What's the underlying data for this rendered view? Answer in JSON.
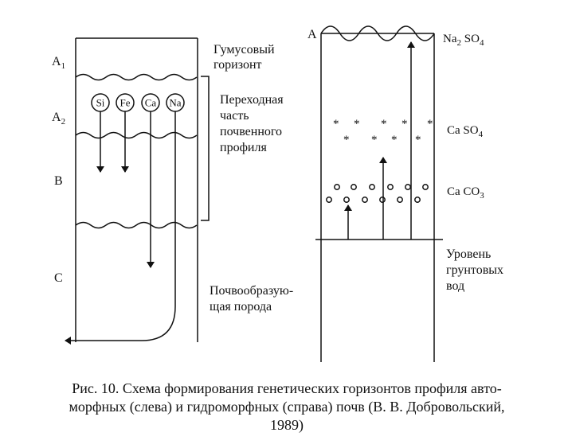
{
  "left_profile": {
    "horizons": {
      "a1": "A",
      "a1_sub": "1",
      "a2": "A",
      "a2_sub": "2",
      "b": "B",
      "c": "C"
    },
    "elements": [
      "Si",
      "Fe",
      "Ca",
      "Na"
    ],
    "labels": {
      "humus_1": "Гумусовый",
      "humus_2": "горизонт",
      "transition_1": "Переходная",
      "transition_2": "часть",
      "transition_3": "почвенного",
      "transition_4": "профиля",
      "parent_1": "Почвообразую-",
      "parent_2": "щая порода"
    }
  },
  "right_profile": {
    "horizon_a": "A",
    "na2so4": {
      "a": "Na",
      "sub": "2",
      "b": " SO",
      "sub2": "4"
    },
    "caso4": {
      "a": "Ca SO",
      "sub": "4"
    },
    "caco3": {
      "a": "Ca CO",
      "sub": "3"
    },
    "groundwater_1": "Уровень",
    "groundwater_2": "грунтовых",
    "groundwater_3": "вод"
  },
  "caption": {
    "line1": "Рис. 10. Схема формирования генетических горизонтов профиля авто-",
    "line2": "морфных (слева) и гидроморфных (справа) почв (В. В. Добровольский,",
    "line3": "1989)"
  }
}
